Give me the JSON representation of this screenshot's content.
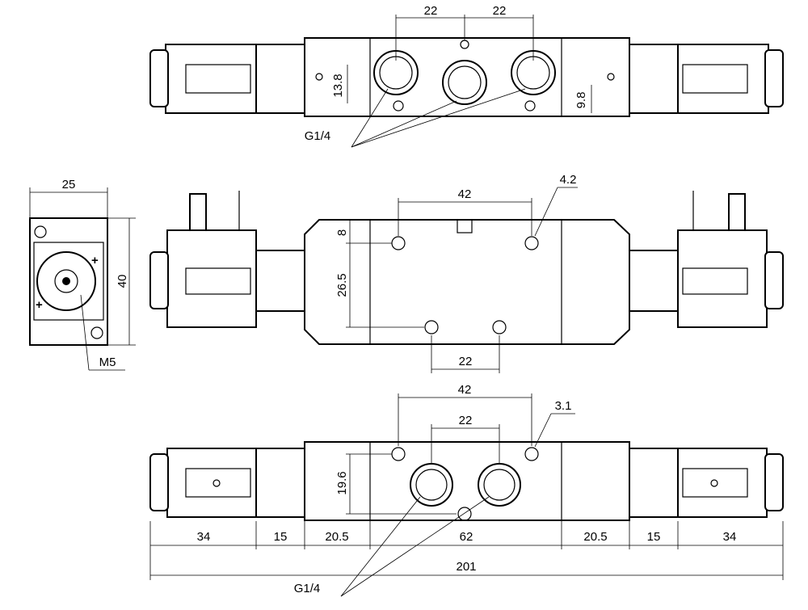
{
  "top_view": {
    "dim_22_left": "22",
    "dim_22_right": "22",
    "dim_13_8": "13.8",
    "dim_9_8": "9.8",
    "thread_label": "G1/4"
  },
  "front_view": {
    "dim_42": "42",
    "dim_4_2": "4.2",
    "dim_8": "8",
    "dim_26_5": "26.5",
    "dim_22": "22"
  },
  "side_view": {
    "dim_25": "25",
    "dim_40": "40",
    "thread_label": "M5"
  },
  "bottom_view": {
    "dim_42": "42",
    "dim_22": "22",
    "dim_3_1": "3.1",
    "dim_19_6": "19.6",
    "thread_label": "G1/4"
  },
  "overall_dims": {
    "seg1": "34",
    "seg2": "15",
    "seg3": "20.5",
    "seg4": "62",
    "seg5": "20.5",
    "seg6": "15",
    "seg7": "34",
    "total": "201"
  }
}
